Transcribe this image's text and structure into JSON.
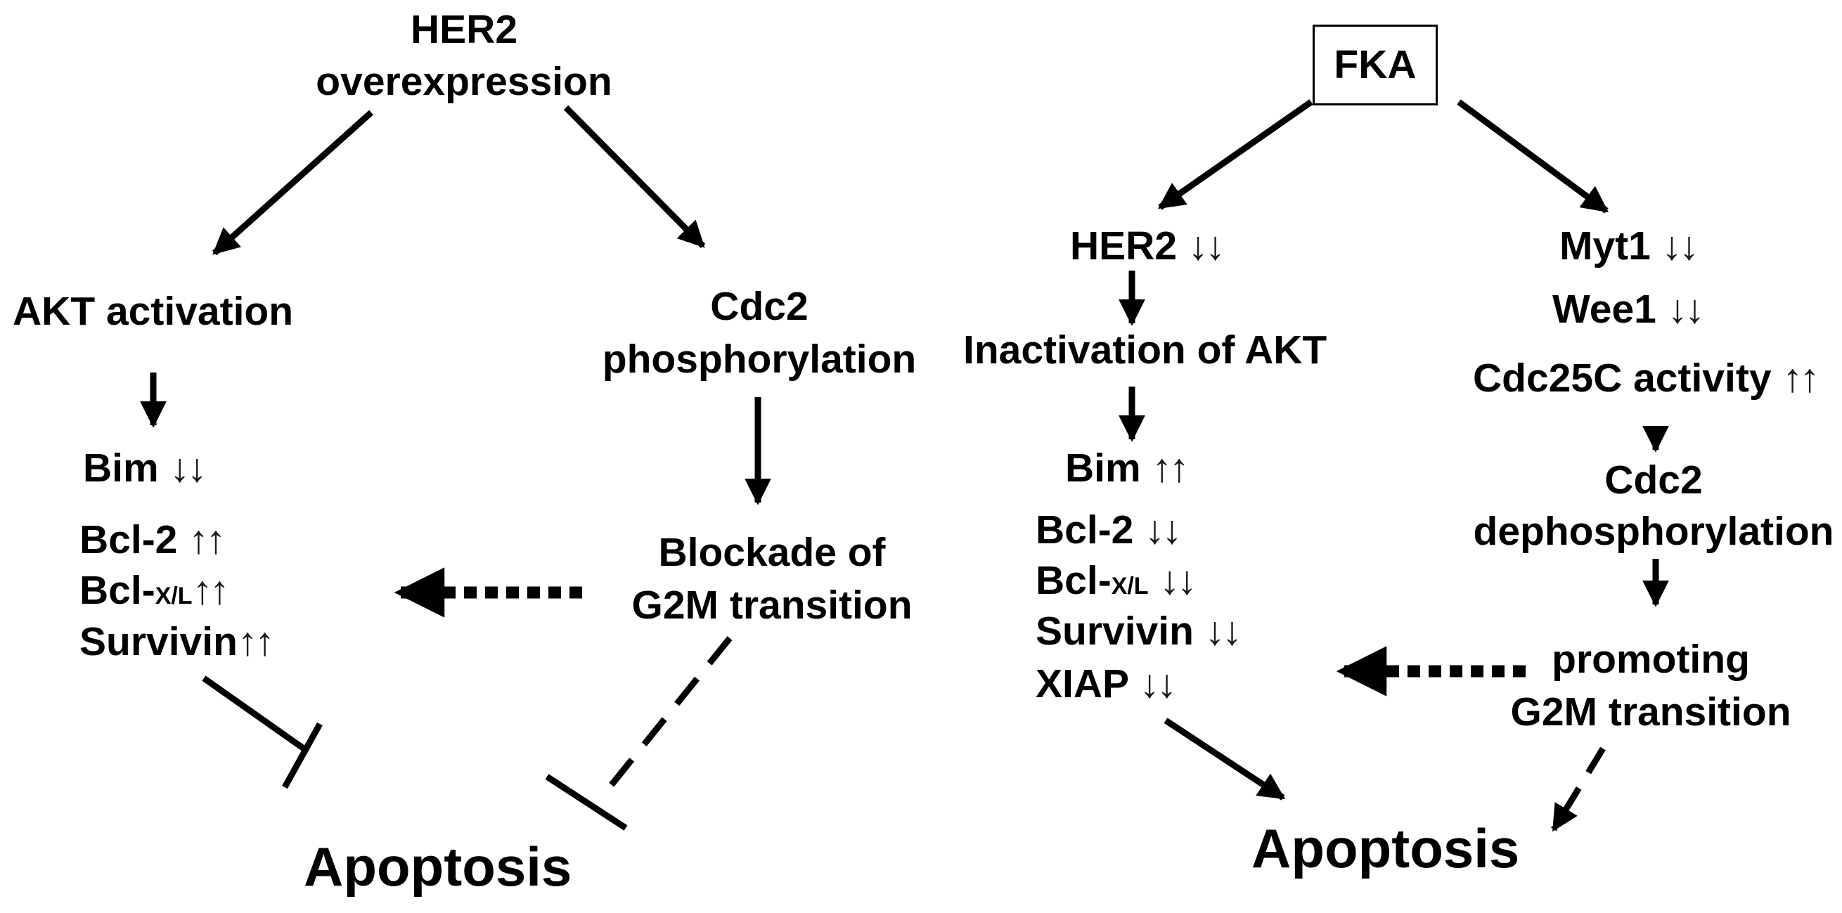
{
  "left": {
    "her2_line1": "HER2",
    "her2_line2": "overexpression",
    "akt": "AKT activation",
    "cdc2_line1": "Cdc2",
    "cdc2_line2": "phosphorylation",
    "bim": "Bim",
    "bim_arrows": "↓↓",
    "bcl2": "Bcl-2",
    "bcl2_arrows": "↑↑",
    "bclx_prefix": "Bcl-",
    "bclx_sub": "X/L",
    "bclx_arrows": "↑↑",
    "survivin": "Survivin",
    "survivin_arrows": "↑↑",
    "blockade_line1": "Blockade of",
    "blockade_line2": "G2M transition",
    "apoptosis": "Apoptosis"
  },
  "right": {
    "fka": "FKA",
    "her2": "HER2",
    "her2_arrows": "↓↓",
    "akt": "Inactivation of AKT",
    "bim": "Bim",
    "bim_arrows": "↑↑",
    "bcl2": "Bcl-2",
    "bcl2_arrows": "↓↓",
    "bclx_prefix": "Bcl-",
    "bclx_sub": "X/L",
    "bclx_arrows": "↓↓",
    "survivin": "Survivin",
    "survivin_arrows": "↓↓",
    "xiap": "XIAP",
    "xiap_arrows": "↓↓",
    "myt1": "Myt1",
    "myt1_arrows": "↓↓",
    "wee1": "Wee1",
    "wee1_arrows": "↓↓",
    "cdc25c": "Cdc25C activity",
    "cdc25c_arrows": "↑↑",
    "cdc2_line1": "Cdc2",
    "cdc2_line2": "dephosphorylation",
    "promoting_line1": "promoting",
    "promoting_line2": "G2M transition",
    "apoptosis": "Apoptosis"
  }
}
